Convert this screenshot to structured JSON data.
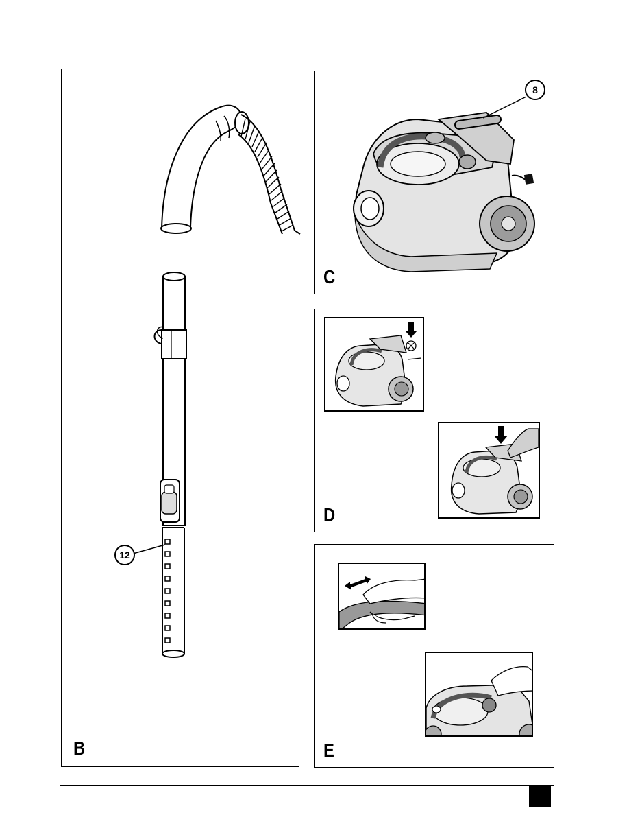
{
  "panels": {
    "b": {
      "letter": "B",
      "callout": "12"
    },
    "c": {
      "letter": "C",
      "callout": "8"
    },
    "d": {
      "letter": "D"
    },
    "e": {
      "letter": "E"
    }
  },
  "icons": {
    "hose": "hose-illustration",
    "tube": "telescopic-tube-illustration",
    "vacuum": "vacuum-cleaner-illustration",
    "arrow_down": "arrow-down-icon",
    "double_arrow": "double-arrow-icon"
  }
}
